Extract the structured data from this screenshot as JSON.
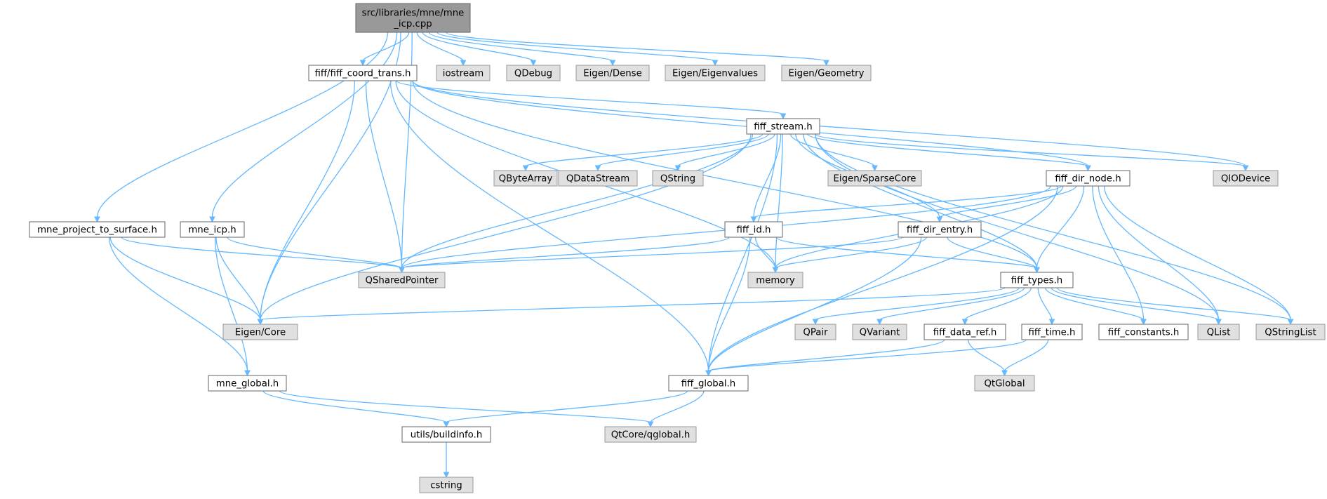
{
  "graph": {
    "title": "",
    "colors": {
      "edge": "#63b8ff",
      "root_fill": "#999999",
      "doc_fill": "#ffffff",
      "ext_fill": "#e0e0e0",
      "border": "#666666"
    },
    "nodes": [
      {
        "id": "root",
        "kind": "root",
        "lines": [
          "src/libraries/mne/mne",
          "_icp.cpp"
        ]
      },
      {
        "id": "fiff_coord_trans",
        "kind": "doc",
        "lines": [
          "fiff/fiff_coord_trans.h"
        ]
      },
      {
        "id": "iostream",
        "kind": "ext",
        "lines": [
          "iostream"
        ]
      },
      {
        "id": "qdebug",
        "kind": "ext",
        "lines": [
          "QDebug"
        ]
      },
      {
        "id": "eigen_dense",
        "kind": "ext",
        "lines": [
          "Eigen/Dense"
        ]
      },
      {
        "id": "eigen_eigenvalues",
        "kind": "ext",
        "lines": [
          "Eigen/Eigenvalues"
        ]
      },
      {
        "id": "eigen_geometry",
        "kind": "ext",
        "lines": [
          "Eigen/Geometry"
        ]
      },
      {
        "id": "fiff_stream",
        "kind": "doc",
        "lines": [
          "fiff_stream.h"
        ]
      },
      {
        "id": "qbytearray",
        "kind": "ext",
        "lines": [
          "QByteArray"
        ]
      },
      {
        "id": "qdatastream",
        "kind": "ext",
        "lines": [
          "QDataStream"
        ]
      },
      {
        "id": "qstring",
        "kind": "ext",
        "lines": [
          "QString"
        ]
      },
      {
        "id": "eigen_sparsecore",
        "kind": "ext",
        "lines": [
          "Eigen/SparseCore"
        ]
      },
      {
        "id": "fiff_dir_node",
        "kind": "doc",
        "lines": [
          "fiff_dir_node.h"
        ]
      },
      {
        "id": "qiodevice",
        "kind": "ext",
        "lines": [
          "QIODevice"
        ]
      },
      {
        "id": "mne_project_to_surface",
        "kind": "doc",
        "lines": [
          "mne_project_to_surface.h"
        ]
      },
      {
        "id": "mne_icp",
        "kind": "doc",
        "lines": [
          "mne_icp.h"
        ]
      },
      {
        "id": "fiff_id",
        "kind": "doc",
        "lines": [
          "fiff_id.h"
        ]
      },
      {
        "id": "fiff_dir_entry",
        "kind": "doc",
        "lines": [
          "fiff_dir_entry.h"
        ]
      },
      {
        "id": "qsharedpointer",
        "kind": "ext",
        "lines": [
          "QSharedPointer"
        ]
      },
      {
        "id": "memory",
        "kind": "ext",
        "lines": [
          "memory"
        ]
      },
      {
        "id": "fiff_types",
        "kind": "doc",
        "lines": [
          "fiff_types.h"
        ]
      },
      {
        "id": "eigen_core",
        "kind": "ext",
        "lines": [
          "Eigen/Core"
        ]
      },
      {
        "id": "qpair",
        "kind": "ext",
        "lines": [
          "QPair"
        ]
      },
      {
        "id": "qvariant",
        "kind": "ext",
        "lines": [
          "QVariant"
        ]
      },
      {
        "id": "fiff_data_ref",
        "kind": "doc",
        "lines": [
          "fiff_data_ref.h"
        ]
      },
      {
        "id": "fiff_time",
        "kind": "doc",
        "lines": [
          "fiff_time.h"
        ]
      },
      {
        "id": "fiff_constants",
        "kind": "doc",
        "lines": [
          "fiff_constants.h"
        ]
      },
      {
        "id": "qlist",
        "kind": "ext",
        "lines": [
          "QList"
        ]
      },
      {
        "id": "qstringlist",
        "kind": "ext",
        "lines": [
          "QStringList"
        ]
      },
      {
        "id": "mne_global",
        "kind": "doc",
        "lines": [
          "mne_global.h"
        ]
      },
      {
        "id": "fiff_global",
        "kind": "doc",
        "lines": [
          "fiff_global.h"
        ]
      },
      {
        "id": "qtglobal",
        "kind": "ext",
        "lines": [
          "QtGlobal"
        ]
      },
      {
        "id": "utils_buildinfo",
        "kind": "doc",
        "lines": [
          "utils/buildinfo.h"
        ]
      },
      {
        "id": "qtcore_qglobal",
        "kind": "ext",
        "lines": [
          "QtCore/qglobal.h"
        ]
      },
      {
        "id": "cstring",
        "kind": "ext",
        "lines": [
          "cstring"
        ]
      }
    ],
    "edges": [
      [
        "root",
        "fiff_coord_trans"
      ],
      [
        "root",
        "iostream"
      ],
      [
        "root",
        "qdebug"
      ],
      [
        "root",
        "eigen_dense"
      ],
      [
        "root",
        "eigen_eigenvalues"
      ],
      [
        "root",
        "eigen_geometry"
      ],
      [
        "root",
        "mne_project_to_surface"
      ],
      [
        "root",
        "mne_icp"
      ],
      [
        "root",
        "qsharedpointer"
      ],
      [
        "root",
        "eigen_core"
      ],
      [
        "fiff_coord_trans",
        "fiff_stream"
      ],
      [
        "fiff_coord_trans",
        "qsharedpointer"
      ],
      [
        "fiff_coord_trans",
        "eigen_core"
      ],
      [
        "fiff_coord_trans",
        "fiff_global"
      ],
      [
        "fiff_coord_trans",
        "fiff_types"
      ],
      [
        "fiff_coord_trans",
        "fiff_dir_node"
      ],
      [
        "fiff_coord_trans",
        "qiodevice"
      ],
      [
        "fiff_coord_trans",
        "memory"
      ],
      [
        "fiff_stream",
        "qbytearray"
      ],
      [
        "fiff_stream",
        "qdatastream"
      ],
      [
        "fiff_stream",
        "qstring"
      ],
      [
        "fiff_stream",
        "eigen_sparsecore"
      ],
      [
        "fiff_stream",
        "fiff_dir_node"
      ],
      [
        "fiff_stream",
        "qiodevice"
      ],
      [
        "fiff_stream",
        "qsharedpointer"
      ],
      [
        "fiff_stream",
        "eigen_core"
      ],
      [
        "fiff_stream",
        "fiff_id"
      ],
      [
        "fiff_stream",
        "memory"
      ],
      [
        "fiff_stream",
        "fiff_global"
      ],
      [
        "fiff_stream",
        "fiff_dir_entry"
      ],
      [
        "fiff_stream",
        "fiff_types"
      ],
      [
        "fiff_stream",
        "qlist"
      ],
      [
        "fiff_stream",
        "qstringlist"
      ],
      [
        "fiff_dir_node",
        "fiff_dir_entry"
      ],
      [
        "fiff_dir_node",
        "fiff_id"
      ],
      [
        "fiff_dir_node",
        "qsharedpointer"
      ],
      [
        "fiff_dir_node",
        "memory"
      ],
      [
        "fiff_dir_node",
        "fiff_types"
      ],
      [
        "fiff_dir_node",
        "fiff_global"
      ],
      [
        "fiff_dir_node",
        "fiff_constants"
      ],
      [
        "fiff_dir_node",
        "qlist"
      ],
      [
        "fiff_dir_node",
        "qstringlist"
      ],
      [
        "mne_project_to_surface",
        "qsharedpointer"
      ],
      [
        "mne_project_to_surface",
        "eigen_core"
      ],
      [
        "mne_project_to_surface",
        "mne_global"
      ],
      [
        "mne_icp",
        "qsharedpointer"
      ],
      [
        "mne_icp",
        "eigen_core"
      ],
      [
        "mne_icp",
        "mne_global"
      ],
      [
        "fiff_id",
        "qsharedpointer"
      ],
      [
        "fiff_id",
        "memory"
      ],
      [
        "fiff_id",
        "fiff_types"
      ],
      [
        "fiff_id",
        "fiff_global"
      ],
      [
        "fiff_dir_entry",
        "qsharedpointer"
      ],
      [
        "fiff_dir_entry",
        "memory"
      ],
      [
        "fiff_dir_entry",
        "fiff_types"
      ],
      [
        "fiff_dir_entry",
        "fiff_global"
      ],
      [
        "fiff_types",
        "eigen_core"
      ],
      [
        "fiff_types",
        "qpair"
      ],
      [
        "fiff_types",
        "qvariant"
      ],
      [
        "fiff_types",
        "fiff_data_ref"
      ],
      [
        "fiff_types",
        "fiff_time"
      ],
      [
        "fiff_types",
        "fiff_constants"
      ],
      [
        "fiff_types",
        "qlist"
      ],
      [
        "fiff_types",
        "qstringlist"
      ],
      [
        "fiff_data_ref",
        "fiff_global"
      ],
      [
        "fiff_data_ref",
        "qtglobal"
      ],
      [
        "fiff_time",
        "fiff_global"
      ],
      [
        "fiff_time",
        "qtglobal"
      ],
      [
        "mne_global",
        "utils_buildinfo"
      ],
      [
        "mne_global",
        "qtcore_qglobal"
      ],
      [
        "fiff_global",
        "utils_buildinfo"
      ],
      [
        "fiff_global",
        "qtcore_qglobal"
      ],
      [
        "utils_buildinfo",
        "cstring"
      ]
    ]
  }
}
